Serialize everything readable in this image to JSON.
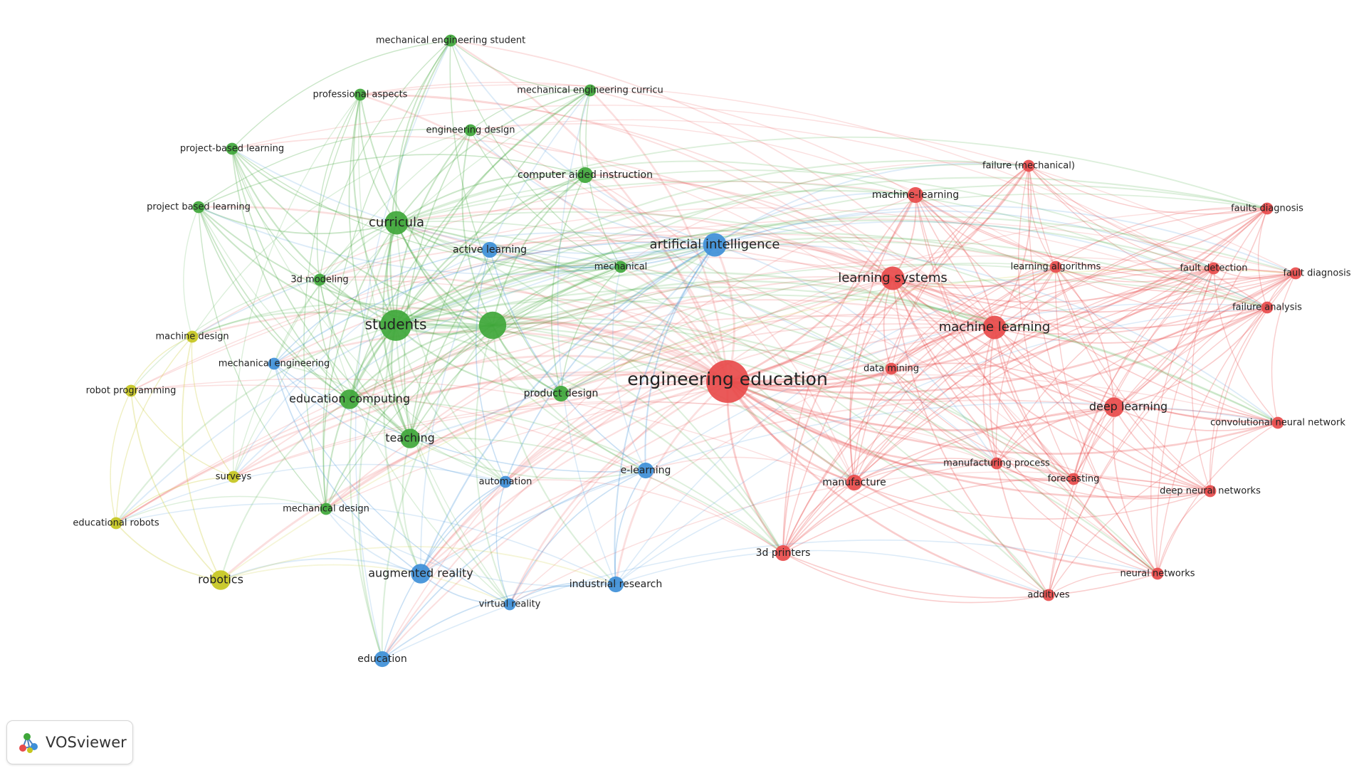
{
  "brand": {
    "name": "VOSviewer"
  },
  "colors": {
    "cluster_1": "#e84b4b",
    "cluster_2": "#3fa73a",
    "cluster_3": "#3e8fd8",
    "cluster_4": "#c6c61f"
  },
  "nodes": [
    {
      "id": "engineering education",
      "label": "engineering education",
      "cluster": 1,
      "weight": 10
    },
    {
      "id": "learning systems",
      "label": "learning systems",
      "cluster": 1,
      "weight": 5
    },
    {
      "id": "machine learning",
      "label": "machine learning",
      "cluster": 1,
      "weight": 5
    },
    {
      "id": "deep learning",
      "label": "deep learning",
      "cluster": 1,
      "weight": 4
    },
    {
      "id": "machine-learning",
      "label": "machine-learning",
      "cluster": 1,
      "weight": 3
    },
    {
      "id": "failure (mechanical)",
      "label": "failure (mechanical)",
      "cluster": 1,
      "weight": 2
    },
    {
      "id": "faults diagnosis",
      "label": "faults diagnosis",
      "cluster": 1,
      "weight": 2
    },
    {
      "id": "learning algorithms",
      "label": "learning algorithms",
      "cluster": 1,
      "weight": 2
    },
    {
      "id": "fault detection",
      "label": "fault detection",
      "cluster": 1,
      "weight": 2
    },
    {
      "id": "fault diagnosis",
      "label": "fault diagnosis",
      "cluster": 1,
      "weight": 2
    },
    {
      "id": "failure analysis",
      "label": "failure analysis",
      "cluster": 1,
      "weight": 2
    },
    {
      "id": "data mining",
      "label": "data mining",
      "cluster": 1,
      "weight": 2
    },
    {
      "id": "convolutional neural network",
      "label": "convolutional neural network",
      "cluster": 1,
      "weight": 2
    },
    {
      "id": "manufacturing process",
      "label": "manufacturing process",
      "cluster": 1,
      "weight": 2
    },
    {
      "id": "forecasting",
      "label": "forecasting",
      "cluster": 1,
      "weight": 2
    },
    {
      "id": "manufacture",
      "label": "manufacture",
      "cluster": 1,
      "weight": 3
    },
    {
      "id": "deep neural networks",
      "label": "deep neural networks",
      "cluster": 1,
      "weight": 2
    },
    {
      "id": "3d printers",
      "label": "3d printers",
      "cluster": 1,
      "weight": 3
    },
    {
      "id": "neural networks",
      "label": "neural networks",
      "cluster": 1,
      "weight": 2
    },
    {
      "id": "additives",
      "label": "additives",
      "cluster": 1,
      "weight": 2
    },
    {
      "id": "mechanical engineering student",
      "label": "mechanical engineering student",
      "cluster": 2,
      "weight": 2
    },
    {
      "id": "professional aspects",
      "label": "professional aspects",
      "cluster": 2,
      "weight": 2
    },
    {
      "id": "mechanical engineering curricu",
      "label": "mechanical engineering curricu",
      "cluster": 2,
      "weight": 2
    },
    {
      "id": "engineering design",
      "label": "engineering design",
      "cluster": 2,
      "weight": 2
    },
    {
      "id": "project-based learning",
      "label": "project-based learning",
      "cluster": 2,
      "weight": 2
    },
    {
      "id": "computer aided instruction",
      "label": "computer aided instruction",
      "cluster": 2,
      "weight": 3
    },
    {
      "id": "project based learning",
      "label": "project based learning",
      "cluster": 2,
      "weight": 2
    },
    {
      "id": "curricula",
      "label": "curricula",
      "cluster": 2,
      "weight": 5
    },
    {
      "id": "3d modeling",
      "label": "3d modeling",
      "cluster": 2,
      "weight": 2
    },
    {
      "id": "mechanical",
      "label": "mechanical",
      "cluster": 2,
      "weight": 2
    },
    {
      "id": "students",
      "label": "students",
      "cluster": 2,
      "weight": 7
    },
    {
      "id": "mechanical engineering (hub)",
      "label": "",
      "cluster": 2,
      "weight": 6
    },
    {
      "id": "education computing",
      "label": "education computing",
      "cluster": 2,
      "weight": 4
    },
    {
      "id": "product design",
      "label": "product design",
      "cluster": 2,
      "weight": 3
    },
    {
      "id": "teaching",
      "label": "teaching",
      "cluster": 2,
      "weight": 4
    },
    {
      "id": "mechanical design",
      "label": "mechanical design",
      "cluster": 2,
      "weight": 2
    },
    {
      "id": "active learning",
      "label": "active learning",
      "cluster": 3,
      "weight": 3
    },
    {
      "id": "artificial intelligence",
      "label": "artificial intelligence",
      "cluster": 3,
      "weight": 5
    },
    {
      "id": "mechanical engineering",
      "label": "mechanical engineering",
      "cluster": 3,
      "weight": 2
    },
    {
      "id": "automation",
      "label": "automation",
      "cluster": 3,
      "weight": 2
    },
    {
      "id": "e-learning",
      "label": "e-learning",
      "cluster": 3,
      "weight": 3
    },
    {
      "id": "augmented reality",
      "label": "augmented reality",
      "cluster": 3,
      "weight": 4
    },
    {
      "id": "industrial research",
      "label": "industrial research",
      "cluster": 3,
      "weight": 3
    },
    {
      "id": "virtual reality",
      "label": "virtual reality",
      "cluster": 3,
      "weight": 2
    },
    {
      "id": "education",
      "label": "education",
      "cluster": 3,
      "weight": 3
    },
    {
      "id": "machine design",
      "label": "machine design",
      "cluster": 4,
      "weight": 2
    },
    {
      "id": "robot programming",
      "label": "robot programming",
      "cluster": 4,
      "weight": 2
    },
    {
      "id": "surveys",
      "label": "surveys",
      "cluster": 4,
      "weight": 2
    },
    {
      "id": "educational robots",
      "label": "educational robots",
      "cluster": 4,
      "weight": 2
    },
    {
      "id": "robotics",
      "label": "robotics",
      "cluster": 4,
      "weight": 4
    }
  ]
}
